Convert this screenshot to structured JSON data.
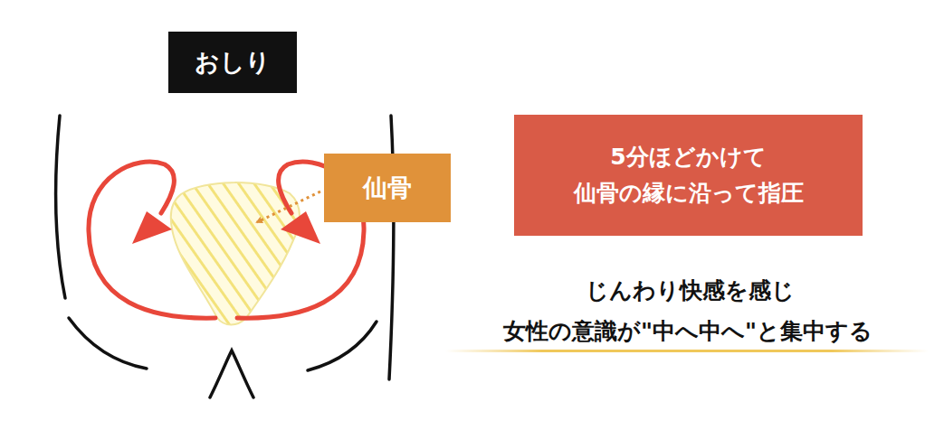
{
  "diagram": {
    "nodes": [
      {
        "text": [
          "おしり"
        ]
      },
      {
        "text": [
          "仙骨"
        ]
      },
      {
        "text": [
          "5分ほどかけて 仙骨の縁に沿って指圧"
        ]
      }
    ],
    "labels": [
      "じんわり快感を感じ",
      "女性の意識が\"中へ中へ\"と集中する"
    ]
  }
}
